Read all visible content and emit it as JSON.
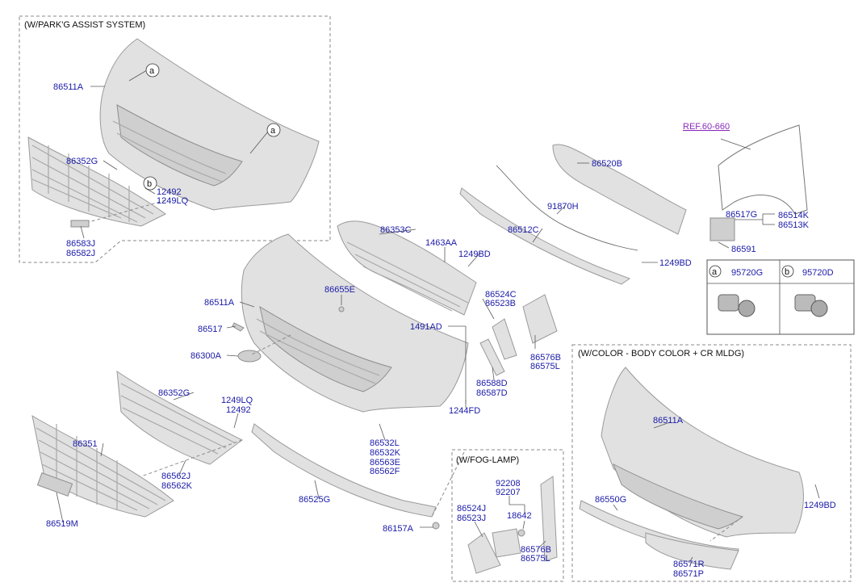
{
  "boxes": {
    "park_assist": "(W/PARK'G ASSIST SYSTEM)",
    "color": "(W/COLOR - BODY COLOR + CR MLDG)",
    "fog_lamp": "(W/FOG-LAMP)"
  },
  "ref": "REF.60-660",
  "callouts": {
    "a": "a",
    "b": "b"
  },
  "legend": {
    "a_part": "95720G",
    "b_part": "95720D"
  },
  "parts": {
    "p86511A_1": "86511A",
    "p86352G_1": "86352G",
    "p12492_1": "12492",
    "p1249LQ_1": "1249LQ",
    "p86583J": "86583J",
    "p86582J": "86582J",
    "p86520B": "86520B",
    "p91870H": "91870H",
    "p86353C": "86353C",
    "p1463AA": "1463AA",
    "p1249BD_1": "1249BD",
    "p86512C": "86512C",
    "p1249BD_2": "1249BD",
    "p86517G": "86517G",
    "p86514K": "86514K",
    "p86513K": "86513K",
    "p86591": "86591",
    "p86511A_2": "86511A",
    "p86655E": "86655E",
    "p86517": "86517",
    "p86300A": "86300A",
    "p86524C": "86524C",
    "p86523B": "86523B",
    "p1491AD": "1491AD",
    "p86576B_1": "86576B",
    "p86575L_1": "86575L",
    "p86588D": "86588D",
    "p86587D": "86587D",
    "p1244FD": "1244FD",
    "p86352G_2": "86352G",
    "p1249LQ_2": "1249LQ",
    "p12492_2": "12492",
    "p86351": "86351",
    "p86562J": "86562J",
    "p86562K": "86562K",
    "p86519M": "86519M",
    "p86525G": "86525G",
    "p86532L": "86532L",
    "p86532K": "86532K",
    "p86563E": "86563E",
    "p86562F": "86562F",
    "p86157A": "86157A",
    "p92208": "92208",
    "p92207": "92207",
    "p86524J": "86524J",
    "p86523J": "86523J",
    "p18642": "18642",
    "p86576B_2": "86576B",
    "p86575L_2": "86575L",
    "p86511A_3": "86511A",
    "p86550G": "86550G",
    "p1249BD_3": "1249BD",
    "p86571R": "86571R",
    "p86571P": "86571P"
  }
}
